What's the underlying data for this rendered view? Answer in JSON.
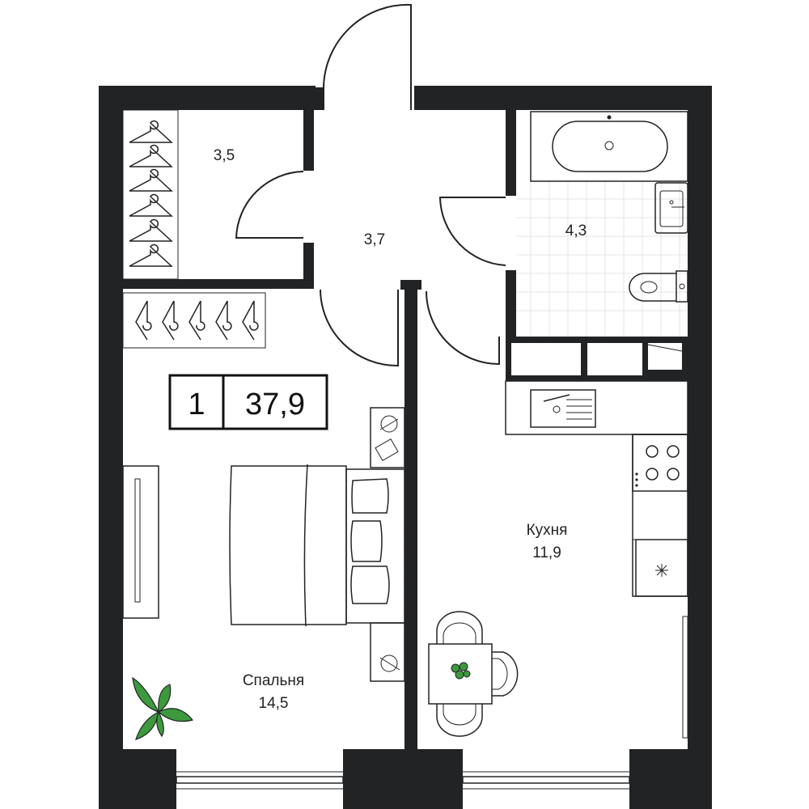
{
  "badge": {
    "rooms": "1",
    "total_area": "37,9"
  },
  "rooms": {
    "wardrobe": {
      "area": "3,5"
    },
    "hall": {
      "area": "3,7"
    },
    "bathroom": {
      "area": "4,3"
    },
    "kitchen": {
      "name": "Кухня",
      "area": "11,9"
    },
    "bedroom": {
      "name": "Спальня",
      "area": "14,5"
    }
  },
  "colors": {
    "walls": "#222325",
    "plant": "#3c9a3c",
    "background": "#ffffff"
  },
  "icons": [
    "hanger-icon",
    "bathtub-icon",
    "sink-icon",
    "toilet-icon",
    "stove-icon",
    "fridge-icon",
    "plant-icon",
    "bed-icon",
    "dining-table-icon"
  ]
}
